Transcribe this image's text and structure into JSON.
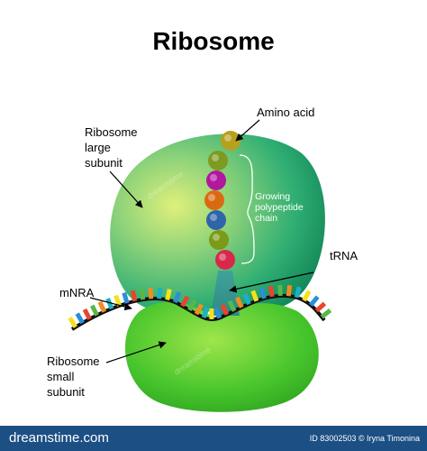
{
  "title": "Ribosome",
  "labels": {
    "amino_acid": "Amino acid",
    "large_subunit_1": "Ribosome",
    "large_subunit_2": "large",
    "large_subunit_3": "subunit",
    "polypeptide_1": "Growing",
    "polypeptide_2": "polypeptide",
    "polypeptide_3": "chain",
    "trna": "tRNA",
    "mrna": "mNRA",
    "small_subunit_1": "Ribosome",
    "small_subunit_2": "small",
    "small_subunit_3": "subunit"
  },
  "bead_colors": [
    "#b7a01e",
    "#7e9a20",
    "#b1189e",
    "#d96a12",
    "#2f65a8",
    "#7a9a18",
    "#d8284c"
  ],
  "mrna_colors": [
    "#f4e21a",
    "#2b8fd6",
    "#e8452c",
    "#57b848",
    "#f08c20",
    "#1bb0c8"
  ],
  "colors": {
    "large_subunit": "#2fae73",
    "small_subunit": "#46c42c",
    "trna": "#3fa39a",
    "footer": "#1c4f84"
  },
  "footer": {
    "logo": "dreamstime.com",
    "credit": "ID 83002503 © Iryna Timonina"
  },
  "watermark": "dreamstime"
}
